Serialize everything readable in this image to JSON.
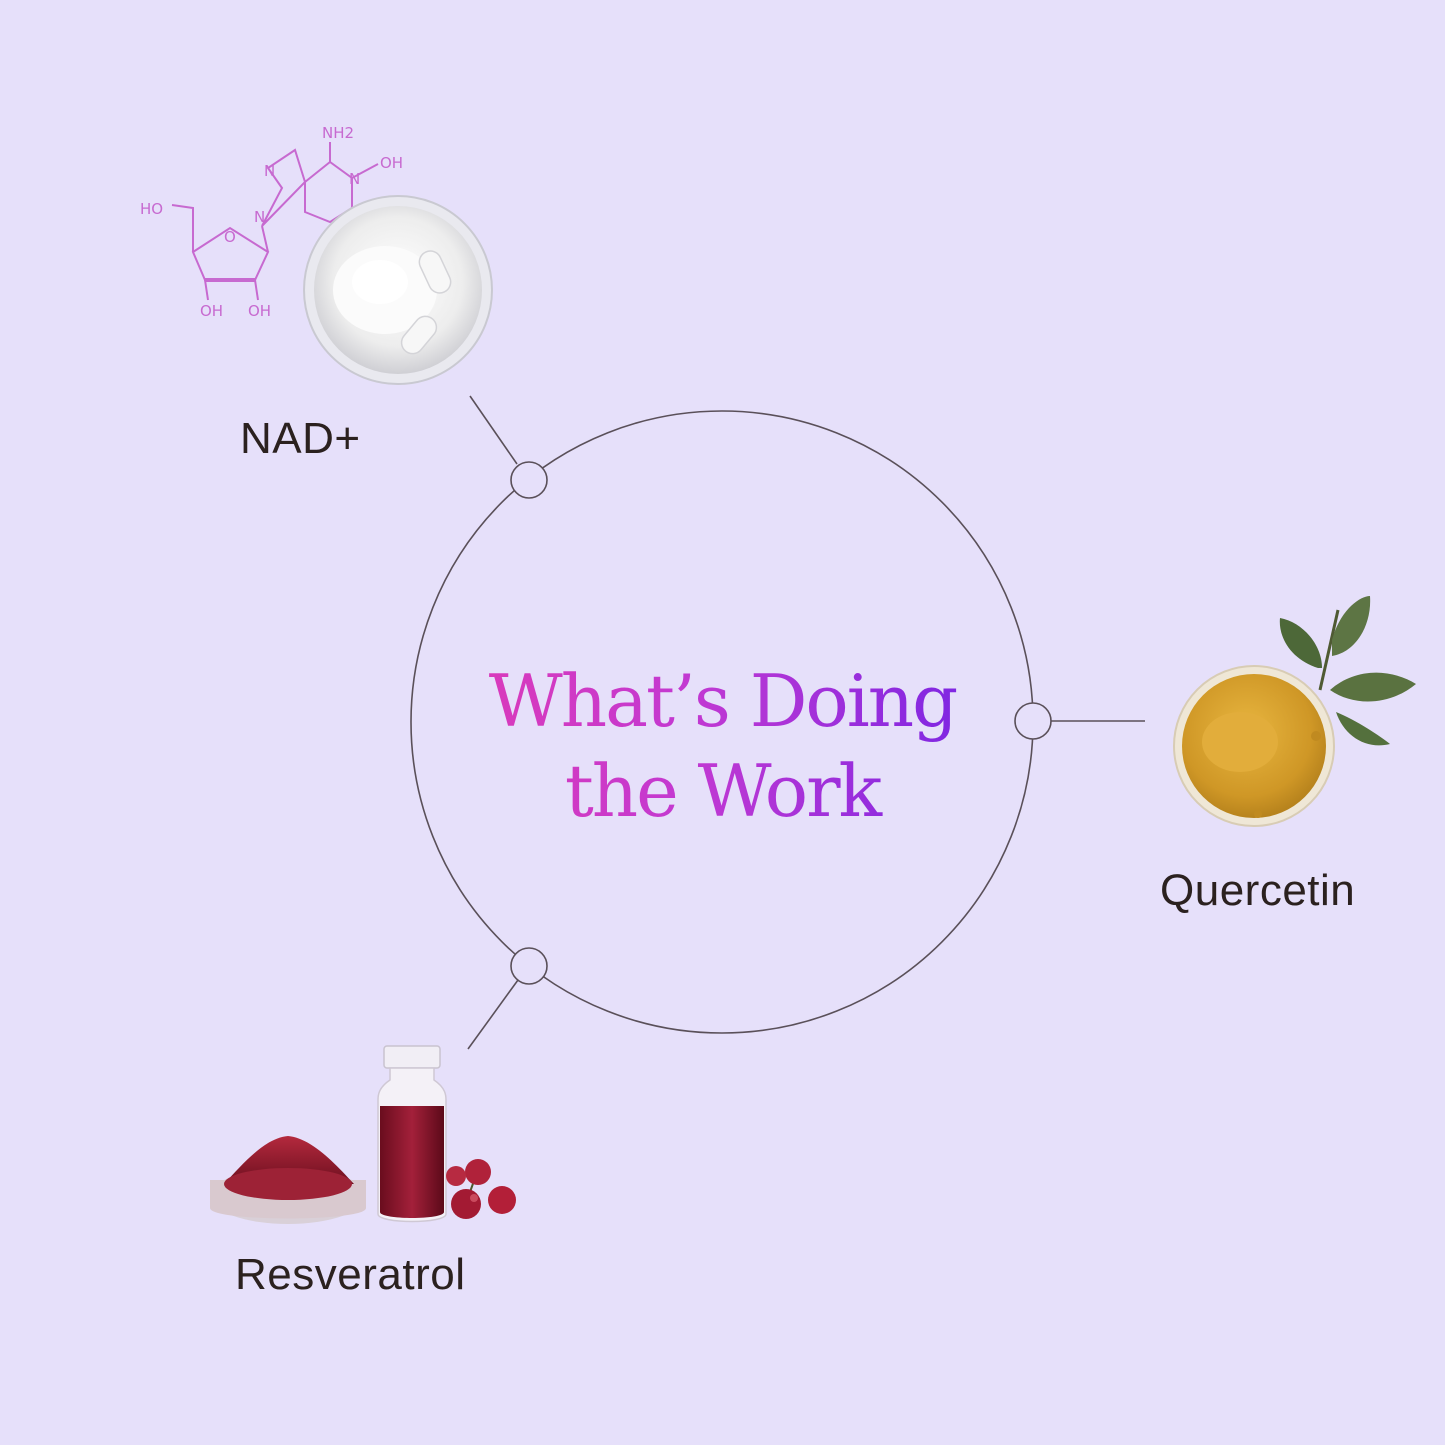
{
  "title": {
    "line1": "What’s Doing",
    "line2": "the Work",
    "gradient": [
      "#e03ab4",
      "#c239d2",
      "#6f22e6"
    ]
  },
  "ingredients": [
    {
      "id": "nad",
      "label": "NAD+",
      "molecule_labels": [
        "NH2",
        "OH",
        "N",
        "N",
        "N",
        "N",
        "HO",
        "O",
        "OH",
        "OH"
      ]
    },
    {
      "id": "quercetin",
      "label": "Quercetin"
    },
    {
      "id": "resveratrol",
      "label": "Resveratrol"
    }
  ],
  "colors": {
    "background": "#e6e0fa",
    "line": "#5a5059",
    "label_text": "#2b211f",
    "molecule": "#c76ad0",
    "quercetin_powder": "#d9a32c",
    "leaf": "#4f6a3e",
    "resveratrol_red": "#8e1b2c",
    "powder_white": "#f4f4f4"
  }
}
